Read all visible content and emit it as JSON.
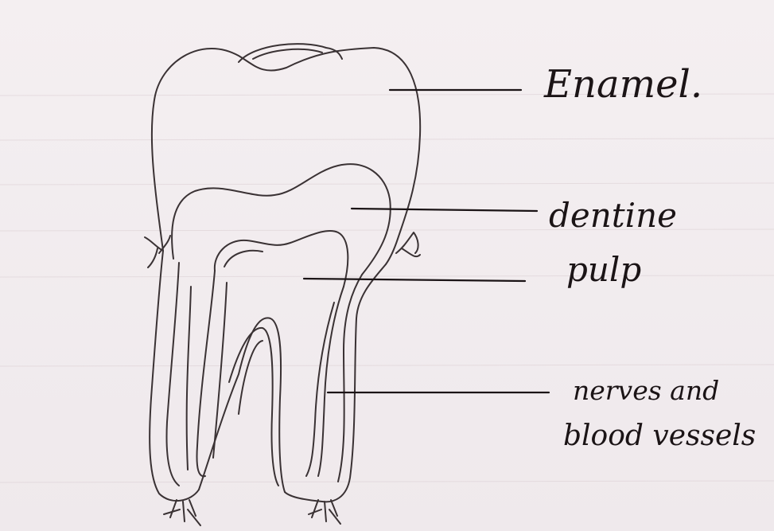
{
  "labels": {
    "enamel": "Enamel.",
    "dentine": "dentine",
    "pulp": "pulp",
    "nerves_line1": "nerves and",
    "nerves_line2": "blood vessels"
  },
  "colors": {
    "paper": "#f1ecee",
    "ink": "#1b1416",
    "pencil": "#3a3234",
    "bleed_through": "#c9b8bd"
  }
}
